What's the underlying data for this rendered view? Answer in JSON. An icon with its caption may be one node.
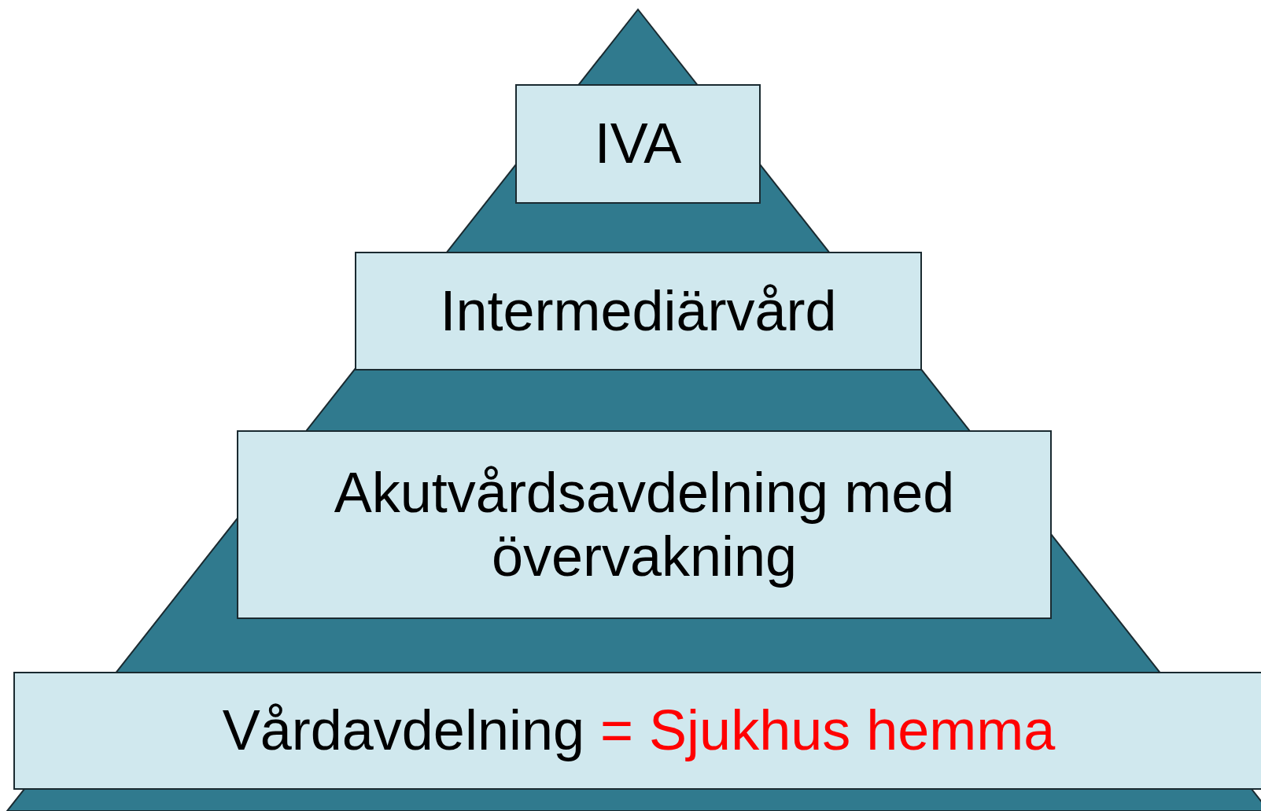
{
  "diagram": {
    "nodes": [
      {
        "text": [
          "IVA"
        ]
      },
      {
        "text": [
          "Intermediärvård"
        ]
      },
      {
        "text": [
          "Akutvårdsavdelning med övervakning"
        ]
      },
      {
        "text": [
          "Vårdavdelning",
          "= Sjukhus hemma"
        ]
      }
    ]
  }
}
